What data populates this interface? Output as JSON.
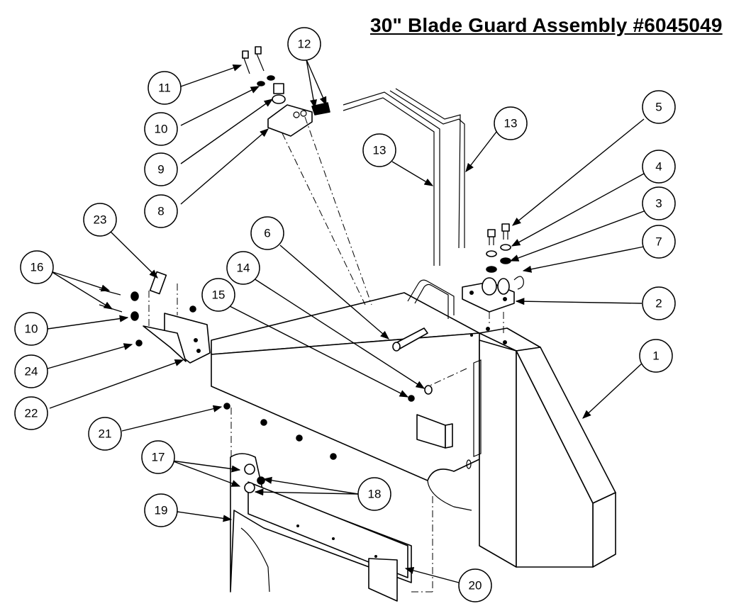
{
  "title": "30\" Blade Guard Assembly #6045049",
  "callouts": [
    "11",
    "10",
    "9",
    "8",
    "12",
    "13",
    "13",
    "5",
    "4",
    "3",
    "7",
    "2",
    "1",
    "6",
    "14",
    "15",
    "23",
    "16",
    "10",
    "24",
    "22",
    "21",
    "17",
    "18",
    "19",
    "20"
  ]
}
